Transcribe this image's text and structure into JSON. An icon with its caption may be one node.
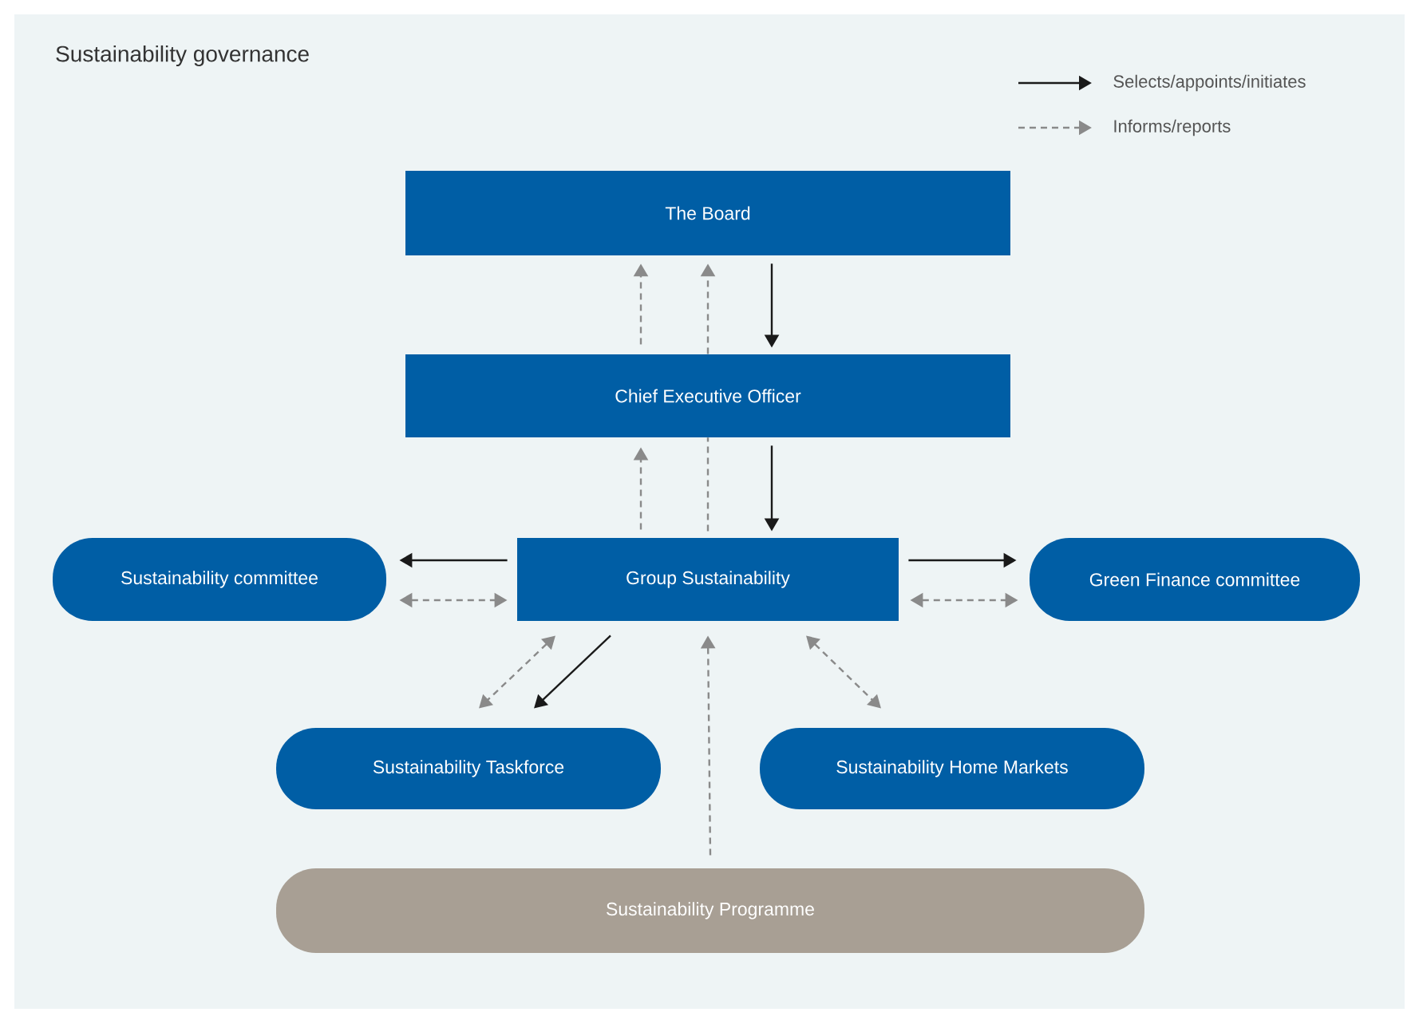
{
  "diagram": {
    "title": "Sustainability governance",
    "nodes": [
      {
        "text": [
          "The Board"
        ]
      },
      {
        "text": [
          "Chief Executive Officer"
        ]
      },
      {
        "text": [
          "Sustainability committee"
        ]
      },
      {
        "text": [
          "Group Sustainability"
        ]
      },
      {
        "text": [
          "Green Finance committee"
        ]
      },
      {
        "text": [
          "Sustainability Taskforce"
        ]
      },
      {
        "text": [
          "Sustainability Home Markets"
        ]
      },
      {
        "text": [
          "Sustainability Programme"
        ]
      }
    ],
    "edges": [
      {
        "from": 0,
        "to": 1,
        "arrow": "to",
        "color": "#1a1a1a"
      },
      {
        "from": 1,
        "to": 0,
        "arrow": "to",
        "style": "dashed"
      },
      {
        "from": 3,
        "to": 1,
        "arrow": "none",
        "style": "dashed"
      },
      {
        "from": 1,
        "to": 0,
        "arrow": "to",
        "style": "dashed"
      },
      {
        "from": 1,
        "to": 3,
        "arrow": "to",
        "color": "#1a1a1a"
      },
      {
        "from": 3,
        "to": 1,
        "arrow": "to",
        "style": "dashed"
      },
      {
        "from": 3,
        "to": 2,
        "arrow": "to",
        "color": "#1a1a1a"
      },
      {
        "from": 2,
        "to": 3,
        "arrow": "both",
        "style": "dashed"
      },
      {
        "from": 3,
        "to": 4,
        "arrow": "to",
        "color": "#1a1a1a"
      },
      {
        "from": 3,
        "to": 4,
        "arrow": "both",
        "style": "dashed"
      },
      {
        "from": 3,
        "to": 5,
        "arrow": "to",
        "color": "#1a1a1a"
      },
      {
        "from": 3,
        "to": 5,
        "arrow": "both",
        "style": "dashed"
      },
      {
        "from": 3,
        "to": 6,
        "arrow": "both",
        "style": "dashed"
      },
      {
        "from": 7,
        "to": 3,
        "arrow": "to",
        "style": "dashed"
      }
    ],
    "legend": [
      {
        "text": "Selects/appoints/initiates"
      },
      {
        "text": "Informs/reports"
      }
    ]
  }
}
